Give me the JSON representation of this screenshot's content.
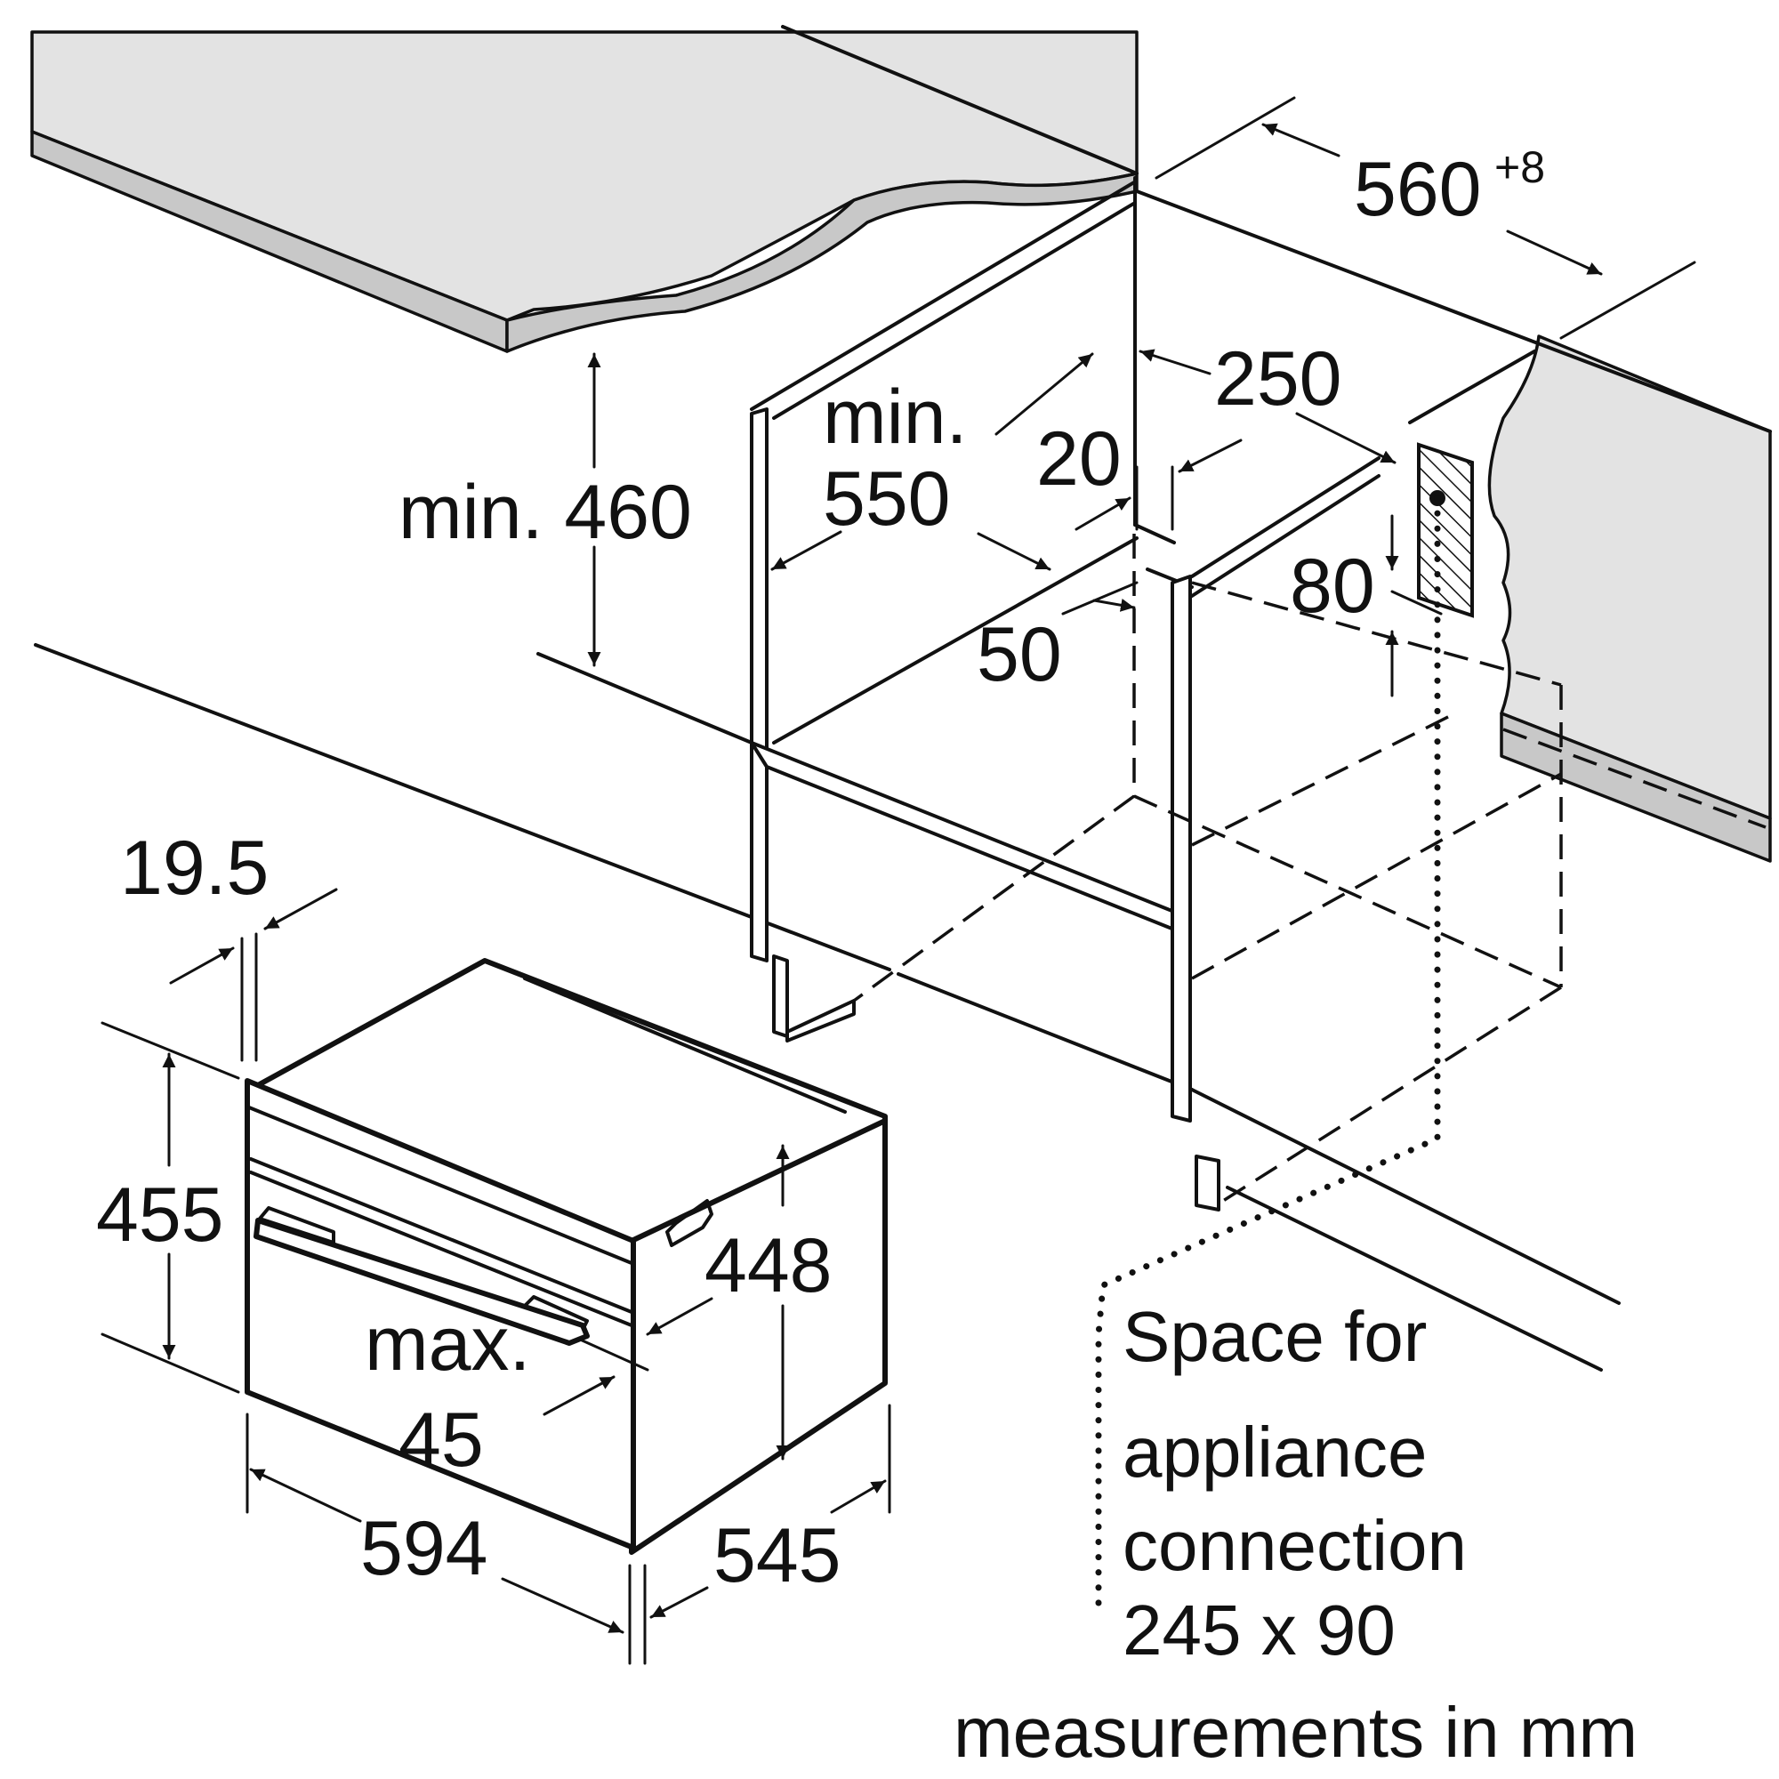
{
  "dimensions": {
    "niche_width": "560",
    "niche_width_tolerance": "+8",
    "min_height_label": "min. 460",
    "min_depth_prefix": "min.",
    "min_depth": "550",
    "socket_offset": "250",
    "gap_20": "20",
    "gap_50": "50",
    "socket_height": "80",
    "front_offset": "19.5",
    "appliance_height": "455",
    "body_height": "448",
    "max_prefix": "max.",
    "max_value": "45",
    "appliance_width": "594",
    "appliance_depth": "545"
  },
  "connection_note": {
    "line1": "Space for",
    "line2": "appliance",
    "line3": "connection",
    "line4": "245 x 90"
  },
  "units_note": "measurements in mm"
}
